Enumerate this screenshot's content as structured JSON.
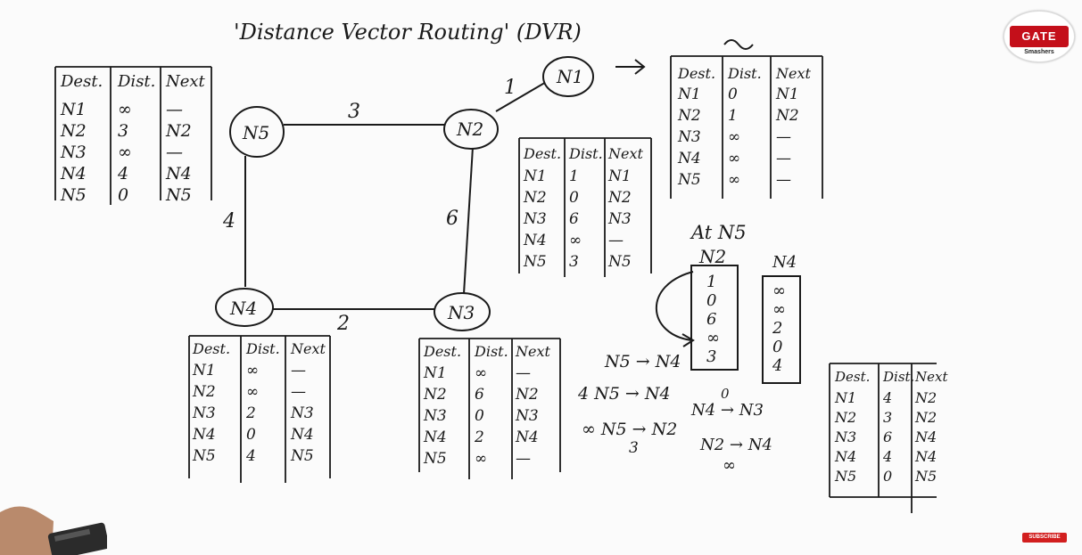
{
  "title": "'Distance Vector Routing' (DVR)",
  "logo_text": "GATE",
  "logo_subtext": "Smashers",
  "subscribe_label": "SUBSCRIBE",
  "nodes": [
    "N1",
    "N2",
    "N3",
    "N4",
    "N5"
  ],
  "links": [
    {
      "from": "N2",
      "to": "N1",
      "cost": "1"
    },
    {
      "from": "N5",
      "to": "N2",
      "cost": "3"
    },
    {
      "from": "N2",
      "to": "N3",
      "cost": "6"
    },
    {
      "from": "N4",
      "to": "N3",
      "cost": "2"
    },
    {
      "from": "N5",
      "to": "N4",
      "cost": "4"
    }
  ],
  "table_headers": [
    "Dest.",
    "Dist.",
    "Next"
  ],
  "tables": {
    "N1": [
      [
        "N1",
        "0",
        "N1"
      ],
      [
        "N2",
        "1",
        "N2"
      ],
      [
        "N3",
        "∞",
        "—"
      ],
      [
        "N4",
        "∞",
        "—"
      ],
      [
        "N5",
        "∞",
        "—"
      ]
    ],
    "N2": [
      [
        "N1",
        "1",
        "N1"
      ],
      [
        "N2",
        "0",
        "N2"
      ],
      [
        "N3",
        "6",
        "N3"
      ],
      [
        "N4",
        "∞",
        "—"
      ],
      [
        "N5",
        "3",
        "N5"
      ]
    ],
    "N3": [
      [
        "N1",
        "∞",
        "—"
      ],
      [
        "N2",
        "6",
        "N2"
      ],
      [
        "N3",
        "0",
        "N3"
      ],
      [
        "N4",
        "2",
        "N4"
      ],
      [
        "N5",
        "∞",
        "—"
      ]
    ],
    "N4": [
      [
        "N1",
        "∞",
        "—"
      ],
      [
        "N2",
        "∞",
        "—"
      ],
      [
        "N3",
        "2",
        "N3"
      ],
      [
        "N4",
        "0",
        "N4"
      ],
      [
        "N5",
        "4",
        "N5"
      ]
    ],
    "N5": [
      [
        "N1",
        "∞",
        "—"
      ],
      [
        "N2",
        "3",
        "N2"
      ],
      [
        "N3",
        "∞",
        "—"
      ],
      [
        "N4",
        "4",
        "N4"
      ],
      [
        "N5",
        "0",
        "N5"
      ]
    ],
    "N5_new": [
      [
        "N1",
        "4",
        "N2"
      ],
      [
        "N2",
        "3",
        "N2"
      ],
      [
        "N3",
        "6",
        "N4"
      ],
      [
        "N4",
        "4",
        "N4"
      ],
      [
        "N5",
        "0",
        "N5"
      ]
    ]
  },
  "at_n5": {
    "label": "At N5",
    "n2_header": "N2",
    "n2_values": [
      "1",
      "0",
      "6",
      "∞",
      "3"
    ],
    "n4_header": "N4",
    "n4_values": [
      "∞",
      "∞",
      "2",
      "0",
      "4"
    ]
  },
  "work_notes": [
    "N5 → N4",
    "4 N5 → N4",
    "N4 → N3",
    "0",
    "∞ N5 → N2",
    "N2 → N4",
    "3",
    "∞"
  ]
}
